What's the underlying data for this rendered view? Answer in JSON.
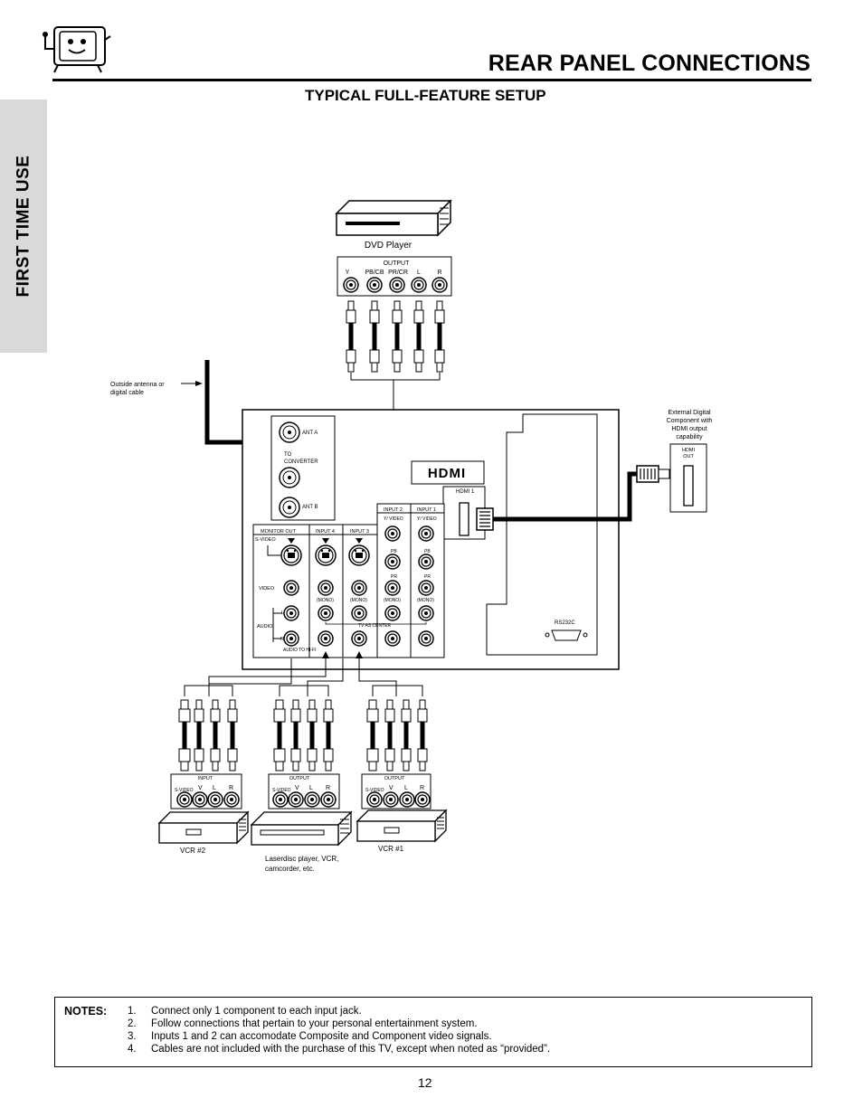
{
  "header": {
    "title": "REAR PANEL CONNECTIONS",
    "subtitle": "TYPICAL FULL-FEATURE SETUP",
    "side_tab": "FIRST TIME USE"
  },
  "diagram": {
    "dvd_label": "DVD Player",
    "dvd_output_title": "OUTPUT",
    "dvd_jacks": [
      "Y",
      "PB/CB",
      "PR/CR",
      "L",
      "R"
    ],
    "antenna_label_1": "Outside antenna or",
    "antenna_label_2": "digital cable",
    "ant_a": "ANT A",
    "to_converter_1": "TO",
    "to_converter_2": "CONVERTER",
    "ant_b": "ANT B",
    "hdmi_logo": "HDMI",
    "hdmi_1": "HDMI 1",
    "hdmi_out_1": "HDMI",
    "hdmi_out_2": "OUT",
    "ext_component": [
      "External Digital",
      "Component with",
      "HDMI output",
      "capability"
    ],
    "panel_headers": [
      "MONITOR OUT",
      "INPUT 4",
      "INPUT 3",
      "INPUT 2",
      "INPUT 1"
    ],
    "s_video": "S-VIDEO",
    "video": "VIDEO",
    "audio": "AUDIO",
    "l": "L",
    "r": "R",
    "y_video": "Y/ VIDEO",
    "pb": "PB",
    "pr": "PR",
    "mono": "(MONO)",
    "tv_as_center": "TV AS CENTER",
    "audio_to_hi_fi": "AUDIO TO HI-FI",
    "rs232c": "RS232C",
    "vcr2_panel_title": "INPUT",
    "laserdisc_panel_title": "OUTPUT",
    "vcr1_panel_title": "OUTPUT",
    "device_jacks": [
      "S-VIDEO",
      "V",
      "L",
      "R"
    ],
    "vcr2_label": "VCR #2",
    "laserdisc_label": [
      "Laserdisc player, VCR,",
      "camcorder, etc."
    ],
    "vcr1_label": "VCR #1"
  },
  "notes": {
    "label": "NOTES:",
    "items": [
      {
        "num": "1.",
        "text": "Connect only 1 component to each input jack."
      },
      {
        "num": "2.",
        "text": "Follow connections that pertain to your personal entertainment system."
      },
      {
        "num": "3.",
        "text": "Inputs 1 and 2 can accomodate Composite and Component video signals."
      },
      {
        "num": "4.",
        "text": "Cables are not included with the purchase of this TV,  except when noted as “provided”."
      }
    ]
  },
  "page_number": "12"
}
